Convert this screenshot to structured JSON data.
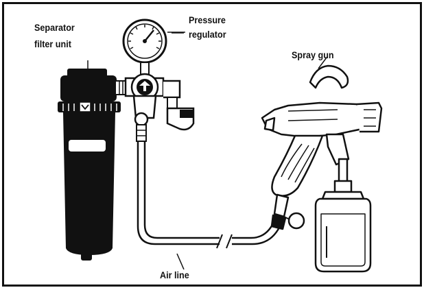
{
  "labels": {
    "separator_line1": "Separator",
    "separator_line2": "filter unit",
    "pressure_line1": "Pressure",
    "pressure_line2": "regulator",
    "spray_gun": "Spray gun",
    "air_line": "Air line"
  },
  "colors": {
    "ink": "#111111",
    "paper": "#ffffff"
  }
}
